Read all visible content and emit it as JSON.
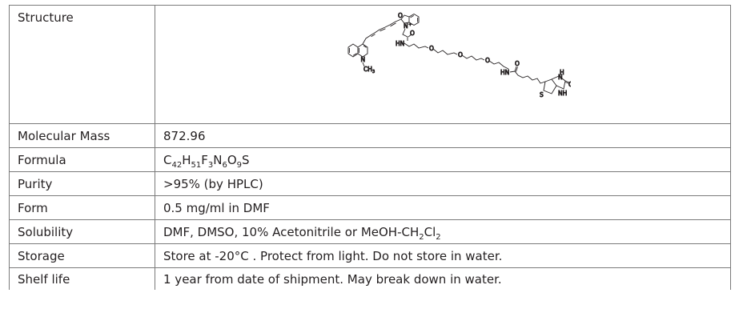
{
  "rows": [
    {
      "label": "Structure"
    },
    {
      "label": "Molecular Mass",
      "value": "872.96"
    },
    {
      "label": "Formula",
      "formula": [
        {
          "el": "C",
          "n": "42"
        },
        {
          "el": "H",
          "n": "51"
        },
        {
          "el": "F",
          "n": "3"
        },
        {
          "el": "N",
          "n": "6"
        },
        {
          "el": "O",
          "n": "9"
        },
        {
          "el": "S",
          "n": ""
        }
      ]
    },
    {
      "label": "Purity",
      "value": ">95% (by HPLC)"
    },
    {
      "label": "Form",
      "value": "0.5 mg/ml in DMF"
    },
    {
      "label": "Solubility",
      "value_parts": {
        "prefix": "DMF, DMSO, 10% Acetonitrile or MeOH-CH",
        "sub1": "2",
        "mid": "Cl",
        "sub2": "2"
      }
    },
    {
      "label": "Storage",
      "value": "Store at -20°C . Protect from light. Do not store in water."
    },
    {
      "label": "Shelf life",
      "value": "1 year from date of shipment.  May break down in water."
    }
  ],
  "structure_labels": {
    "o_ring": "O",
    "n_plus": "N",
    "plus": "+",
    "o_carbonyl1": "O",
    "hn1": "HN",
    "o1": "O",
    "o2": "O",
    "o3": "O",
    "hn2": "HN",
    "o_carbonyl2": "O",
    "n_quin": "N",
    "ch3": "CH",
    "ch3_sub": "3",
    "s_ring": "S",
    "nh_top": "H",
    "n_top": "N",
    "o_urea": "O",
    "nh_bottom": "NH"
  }
}
